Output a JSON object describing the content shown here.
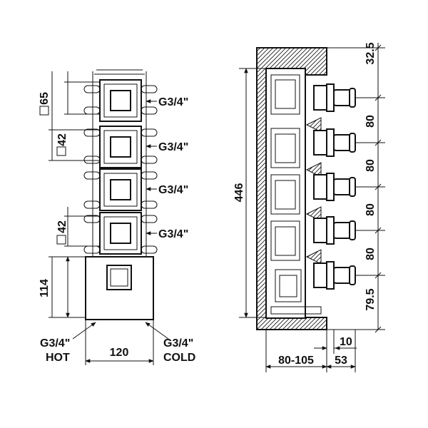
{
  "front_view": {
    "module_size_top": "65",
    "module_size_mid": "42",
    "module_size_low": "42",
    "plate_height": "114",
    "plate_width": "120",
    "outlet_labels": [
      "G3/4\"",
      "G3/4\"",
      "G3/4\"",
      "G3/4\""
    ],
    "inlet_hot": {
      "thread": "G3/4\"",
      "label": "HOT"
    },
    "inlet_cold": {
      "thread": "G3/4\"",
      "label": "COLD"
    }
  },
  "side_view": {
    "overall_height": "446",
    "top_offset": "32.5",
    "spacings": [
      "80",
      "80",
      "80",
      "80"
    ],
    "bottom_offset": "79.5",
    "wall_depth": "80-105",
    "protrusion": "53",
    "connector_offset": "10"
  }
}
